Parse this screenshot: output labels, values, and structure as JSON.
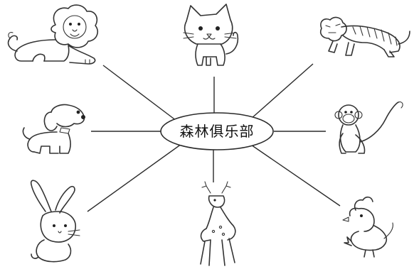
{
  "center": {
    "label": "森林俱乐部"
  },
  "animals": [
    {
      "name": "lion"
    },
    {
      "name": "cat"
    },
    {
      "name": "tiger"
    },
    {
      "name": "dog"
    },
    {
      "name": "monkey"
    },
    {
      "name": "rabbit"
    },
    {
      "name": "deer"
    },
    {
      "name": "chick"
    }
  ],
  "colors": {
    "ink": "#333333",
    "background": "#ffffff"
  }
}
